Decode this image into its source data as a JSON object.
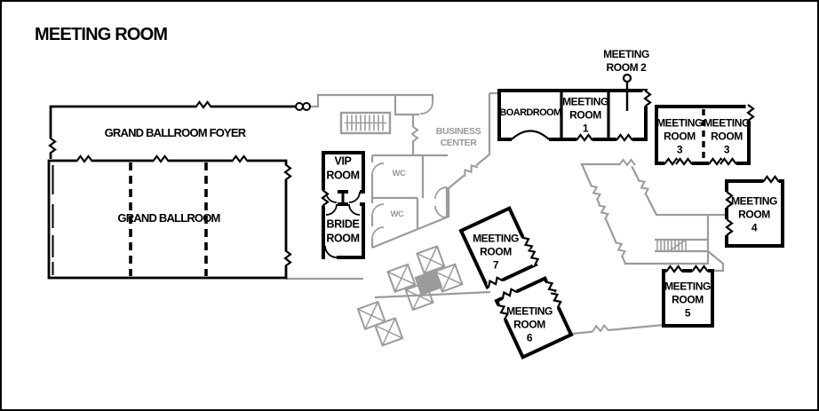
{
  "title": "MEETING ROOM",
  "colors": {
    "wall_black": "#000000",
    "wall_gray": "#9b9b9b",
    "label_gray": "#999999",
    "background": "#ffffff"
  },
  "rooms": {
    "foyer": {
      "label": "GRAND BALLROOM FOYER"
    },
    "ballroom": {
      "label": "GRAND BALLROOM"
    },
    "vip": {
      "label": "VIP\nROOM"
    },
    "bride": {
      "label": "BRIDE\nROOM"
    },
    "business_center": {
      "label": "BUSINESS\nCENTER"
    },
    "wc_upper": {
      "label": "WC"
    },
    "wc_lower": {
      "label": "WC"
    },
    "boardroom": {
      "label": "BOARDROOM"
    },
    "meeting_room_1": {
      "label": "MEETING\nROOM\n1"
    },
    "meeting_room_2": {
      "label": "MEETING\nROOM 2"
    },
    "meeting_room_3_left": {
      "label": "MEETING\nROOM\n3"
    },
    "meeting_room_3_right": {
      "label": "MEETING\nROOM\n3"
    },
    "meeting_room_4": {
      "label": "MEETING\nROOM\n4"
    },
    "meeting_room_5": {
      "label": "MEETING\nROOM\n5"
    },
    "meeting_room_6": {
      "label": "MEETING\nROOM\n6"
    },
    "meeting_room_7": {
      "label": "MEETING\nROOM\n7"
    }
  }
}
